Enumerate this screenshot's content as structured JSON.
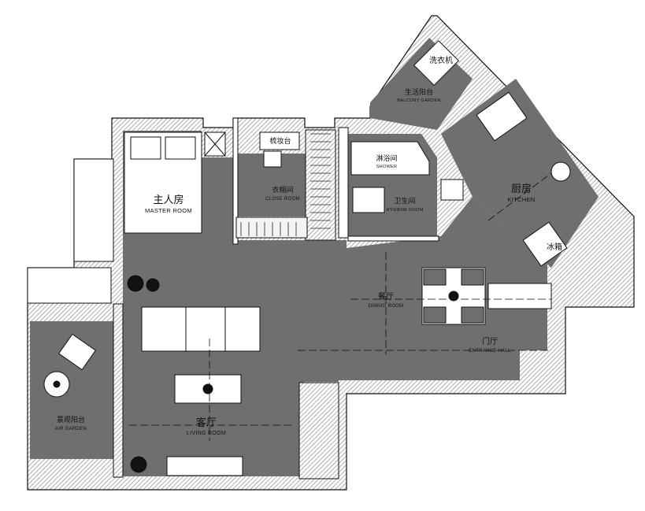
{
  "rooms": {
    "master_room": {
      "cn": "主人房",
      "en": "MASTER ROOM"
    },
    "dressing_table": {
      "cn": "梳妆台"
    },
    "cloak_room": {
      "cn": "衣帽间",
      "en": "CLOSE ROOM"
    },
    "shower": {
      "cn": "淋浴间",
      "en": "SHOWER"
    },
    "hygiene_room": {
      "cn": "卫生间",
      "en": "HYGIENE ROOM"
    },
    "washing_machine": {
      "cn": "洗衣机"
    },
    "balcony_garden": {
      "cn": "生活阳台",
      "en": "BALCONY GARDEN"
    },
    "kitchen": {
      "cn": "厨房",
      "en": "KITCHEN"
    },
    "fridge": {
      "cn": "冰箱"
    },
    "dining_room": {
      "cn": "餐厅",
      "en": "DINNIG ROOM"
    },
    "entrance_hall": {
      "cn": "门厅",
      "en": "ENTRANCE HALL"
    },
    "living_room": {
      "cn": "客厅",
      "en": "LIVING ROOM"
    },
    "air_garden": {
      "cn": "景观阳台",
      "en": "AIR GARDEN"
    }
  },
  "colors": {
    "floor": "#6f6f6f",
    "wall": "#ffffff",
    "line": "#111111",
    "hatch": "#9a9a9a"
  }
}
